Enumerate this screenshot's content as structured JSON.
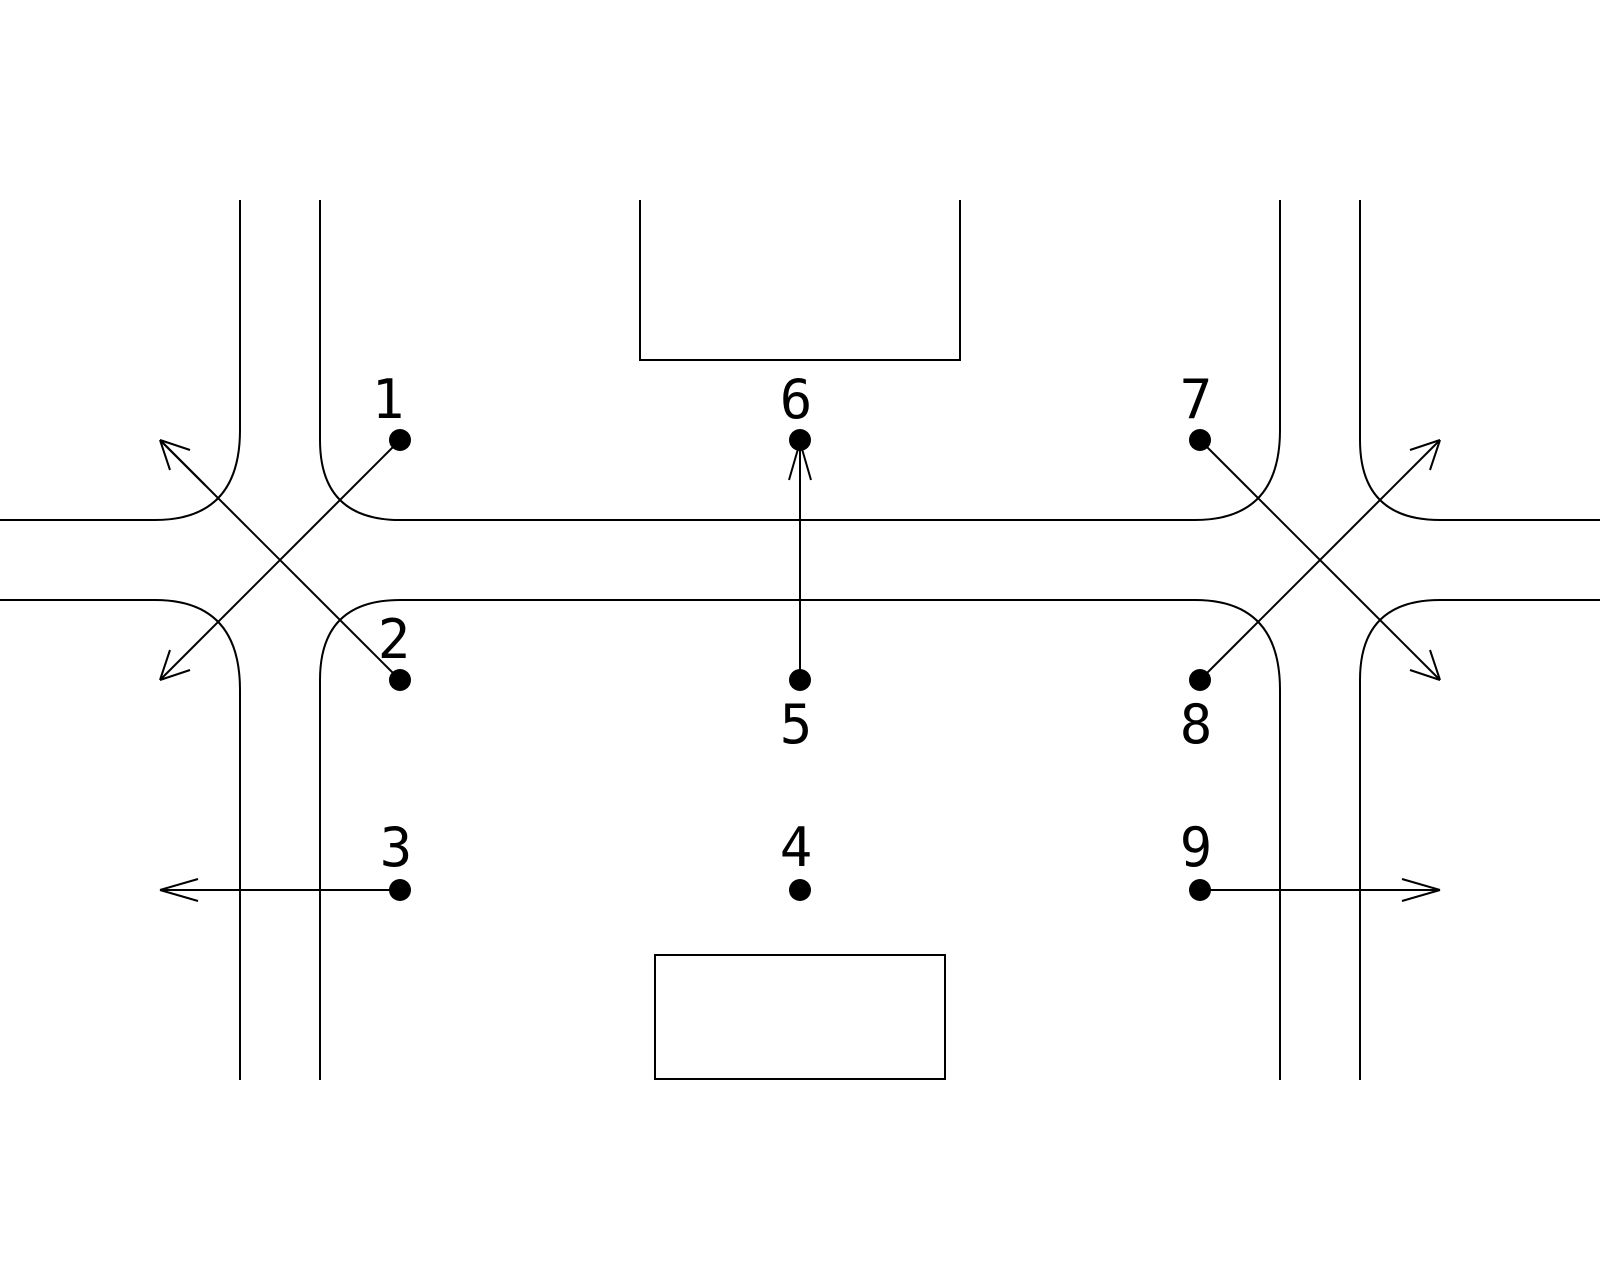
{
  "colors": {
    "stroke": "#000000",
    "dot": "#000000",
    "background": "#ffffff"
  },
  "points": [
    {
      "id": "p1",
      "label": "1"
    },
    {
      "id": "p2",
      "label": "2"
    },
    {
      "id": "p3",
      "label": "3"
    },
    {
      "id": "p4",
      "label": "4"
    },
    {
      "id": "p5",
      "label": "5"
    },
    {
      "id": "p6",
      "label": "6"
    },
    {
      "id": "p7",
      "label": "7"
    },
    {
      "id": "p8",
      "label": "8"
    },
    {
      "id": "p9",
      "label": "9"
    }
  ]
}
